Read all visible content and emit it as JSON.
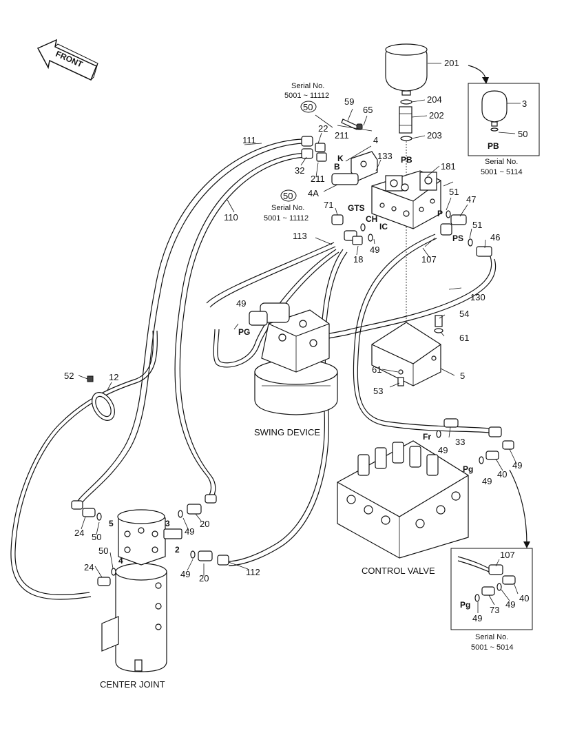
{
  "direction": {
    "label": "FRONT"
  },
  "captions": {
    "swing_device": "SWING DEVICE",
    "control_valve": "CONTROL VALVE",
    "center_joint": "CENTER JOINT"
  },
  "serial_notes": {
    "top": {
      "title": "Serial No.",
      "range": "5001 ~ 11112"
    },
    "middle": {
      "title": "Serial No.",
      "range": "5001 ~ 11112"
    },
    "box_top": {
      "title": "Serial No.",
      "range": "5001 ~ 5114"
    },
    "box_bottom": {
      "title": "Serial No.",
      "range": "5001 ~ 5014"
    }
  },
  "ports": {
    "pb": "PB",
    "pb_inset": "PB",
    "k": "K",
    "b": "B",
    "gts": "GTS",
    "ch": "CH",
    "ic": "IC",
    "p": "P",
    "ps": "PS",
    "pg_swing": "PG",
    "fr": "Fr",
    "pg_valve": "Pg",
    "pg_inset": "Pg",
    "cj_5": "5",
    "cj_3": "3",
    "cj_2": "2",
    "cj_4": "4"
  },
  "callouts": {
    "c201": "201",
    "c204": "204",
    "c202": "202",
    "c203": "203",
    "c59": "59",
    "c65": "65",
    "c22": "22",
    "c211a": "211",
    "c4": "4",
    "c133": "133",
    "c32": "32",
    "c211b": "211",
    "c4a": "4A",
    "c50a": "50",
    "c50b": "50",
    "c111": "111",
    "c110": "110",
    "c181": "181",
    "c51a": "51",
    "c47": "47",
    "c51b": "51",
    "c46": "46",
    "c71": "71",
    "c113": "113",
    "c49a": "49",
    "c18": "18",
    "c107": "107",
    "c130": "130",
    "c49b": "49",
    "c54": "54",
    "c61a": "61",
    "c61b": "61",
    "c5": "5",
    "c53": "53",
    "c52": "52",
    "c12": "12",
    "c33": "33",
    "c49c": "49",
    "c49d": "49",
    "c40": "40",
    "c49e": "49",
    "c24a": "24",
    "c50c": "50",
    "c49f": "49",
    "c20a": "20",
    "c50d": "50",
    "c24b": "24",
    "c49g": "49",
    "c20b": "20",
    "c112": "112",
    "inset_c3": "3",
    "inset_c50": "50",
    "inset_c107": "107",
    "inset_c40": "40",
    "inset_c49a": "49",
    "inset_c73": "73",
    "inset_c49b": "49"
  }
}
